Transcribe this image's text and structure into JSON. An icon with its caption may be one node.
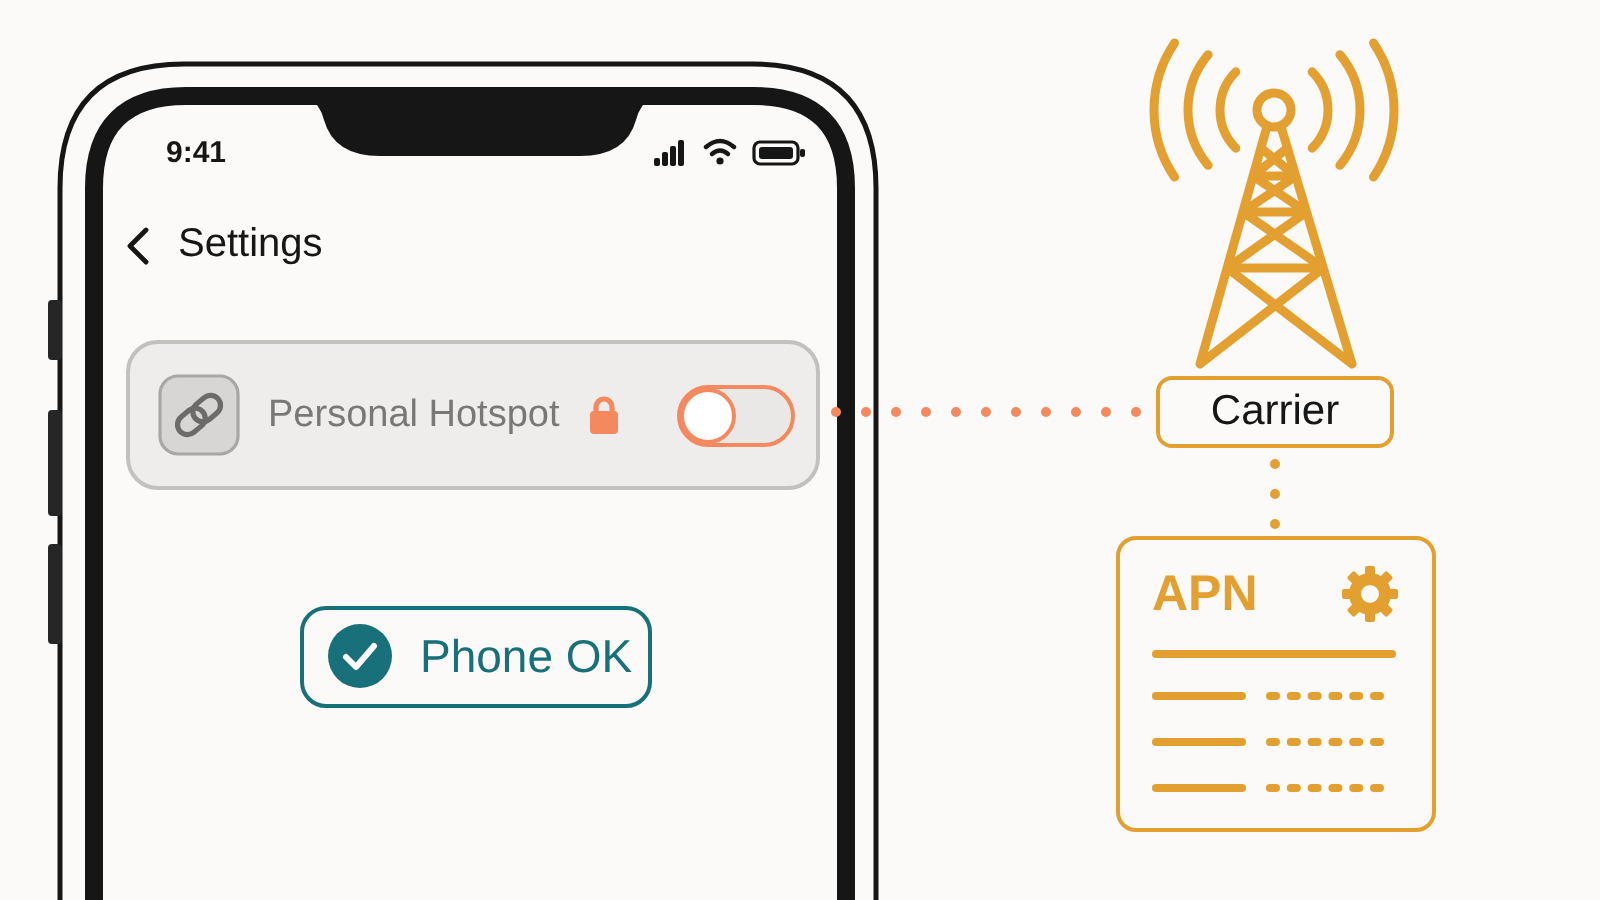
{
  "diagram": {
    "nodes": [
      {
        "text": [
          "9:41",
          "Settings"
        ]
      },
      {
        "text": [
          "Personal Hotspot"
        ],
        "in": 0
      },
      {
        "text": [
          "Phone OK"
        ],
        "in": 0
      },
      {
        "text": [
          "Carrier"
        ]
      },
      {
        "text": [
          "APN"
        ]
      }
    ],
    "edges": [
      {
        "from": 1,
        "to": 3,
        "arrow": "none",
        "style": "dashed",
        "color": "#f4895f"
      },
      {
        "from": 3,
        "to": 4,
        "arrow": "none",
        "style": "dashed",
        "color": "#e3a030"
      }
    ]
  }
}
